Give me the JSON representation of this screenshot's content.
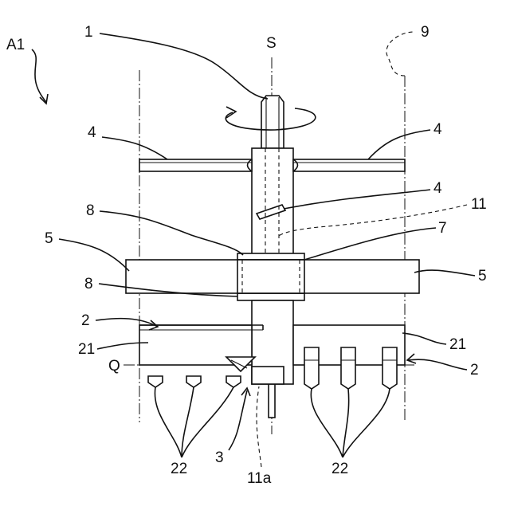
{
  "labels": {
    "assembly": "A1",
    "ref_1": "1",
    "axis": "S",
    "ref_9": "9",
    "ref_4_left": "4",
    "ref_4_right": "4",
    "ref_4_mid": "4",
    "ref_8_top": "8",
    "ref_11": "11",
    "ref_7": "7",
    "ref_5_left": "5",
    "ref_5_right": "5",
    "ref_8_bottom": "8",
    "ref_2_left": "2",
    "ref_21_left": "21",
    "ref_21_right": "21",
    "plane": "Q",
    "ref_2_right": "2",
    "ref_3": "3",
    "ref_22_left": "22",
    "ref_11a": "11a",
    "ref_22_right": "22"
  }
}
